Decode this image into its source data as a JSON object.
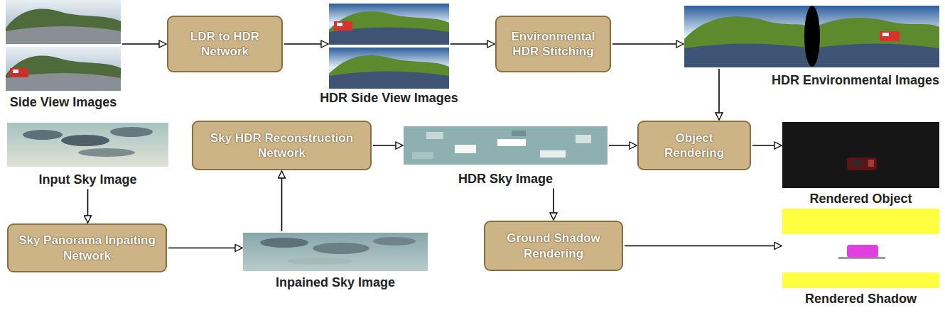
{
  "diagram": {
    "nodes": [
      {
        "text": [
          "Side View Images"
        ]
      },
      {
        "text": [
          "LDR to HDR Network"
        ]
      },
      {
        "text": [
          "HDR Side View Images"
        ]
      },
      {
        "text": [
          "Environmental HDR Stitching"
        ]
      },
      {
        "text": [
          "HDR Environmental Images"
        ]
      },
      {
        "text": [
          "Input Sky Image"
        ]
      },
      {
        "text": [
          "Sky HDR Reconstruction Network"
        ]
      },
      {
        "text": [
          "HDR Sky Image"
        ]
      },
      {
        "text": [
          "Object Rendering"
        ]
      },
      {
        "text": [
          "Rendered Object"
        ]
      },
      {
        "text": [
          "Sky Panorama Inpaiting Network"
        ]
      },
      {
        "text": [
          "Inpained Sky Image"
        ]
      },
      {
        "text": [
          "Ground Shadow Rendering"
        ]
      },
      {
        "text": [
          "Rendered Shadow"
        ]
      }
    ],
    "edges": [
      {
        "from": 0,
        "to": 1,
        "arrow": "to"
      },
      {
        "from": 1,
        "to": 2,
        "arrow": "to"
      },
      {
        "from": 2,
        "to": 3,
        "arrow": "to"
      },
      {
        "from": 3,
        "to": 4,
        "arrow": "to"
      },
      {
        "from": 4,
        "to": 8,
        "arrow": "to"
      },
      {
        "from": 5,
        "to": 10,
        "arrow": "to"
      },
      {
        "from": 10,
        "to": 11,
        "arrow": "to"
      },
      {
        "from": 11,
        "to": 6,
        "arrow": "to"
      },
      {
        "from": 6,
        "to": 7,
        "arrow": "to"
      },
      {
        "from": 7,
        "to": 8,
        "arrow": "to"
      },
      {
        "from": 8,
        "to": 9,
        "arrow": "to"
      },
      {
        "from": 7,
        "to": 12,
        "arrow": "to"
      },
      {
        "from": 12,
        "to": 13,
        "arrow": "to"
      }
    ]
  }
}
